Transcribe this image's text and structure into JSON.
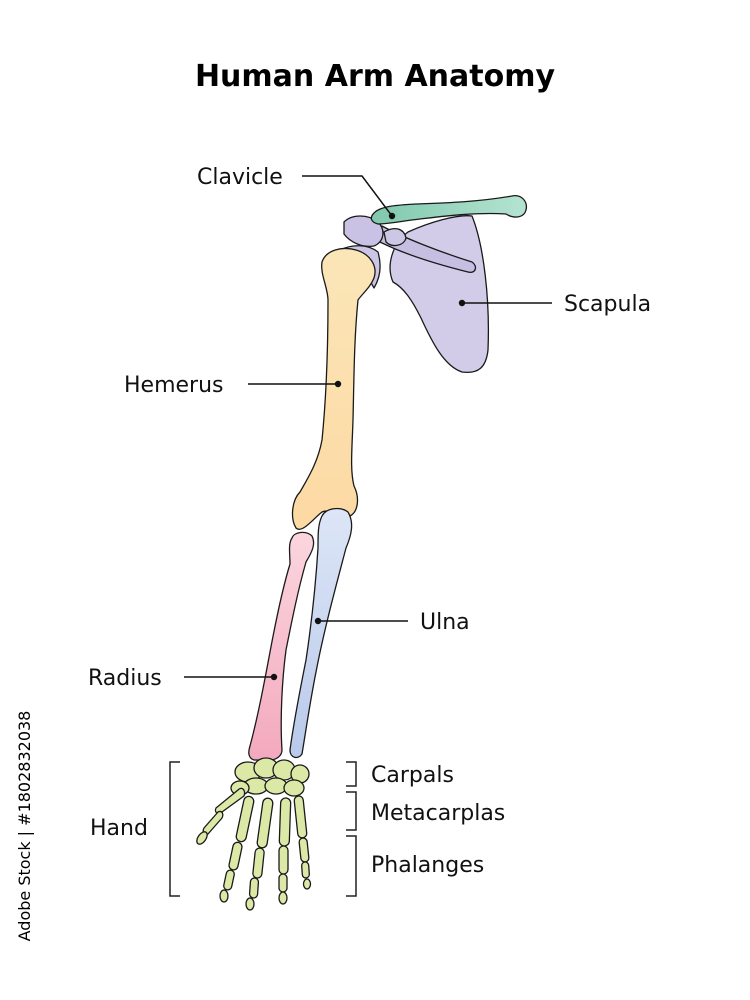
{
  "title": "Human Arm Anatomy",
  "labels": {
    "clavicle": "Clavicle",
    "scapula": "Scapula",
    "humerus": "Hemerus",
    "ulna": "Ulna",
    "radius": "Radius",
    "hand": "Hand",
    "carpals": "Carpals",
    "metacarpals": "Metacarplas",
    "phalanges": "Phalanges"
  },
  "watermark": "Adobe Stock | #1802832038",
  "colors": {
    "clavicle": "#8fd0b8",
    "scapula": "#cfc9e8",
    "humerus": "#fde3b0",
    "ulna": "#c9d6f0",
    "radius": "#f4b8c8",
    "hand": "#dbe8a8"
  }
}
